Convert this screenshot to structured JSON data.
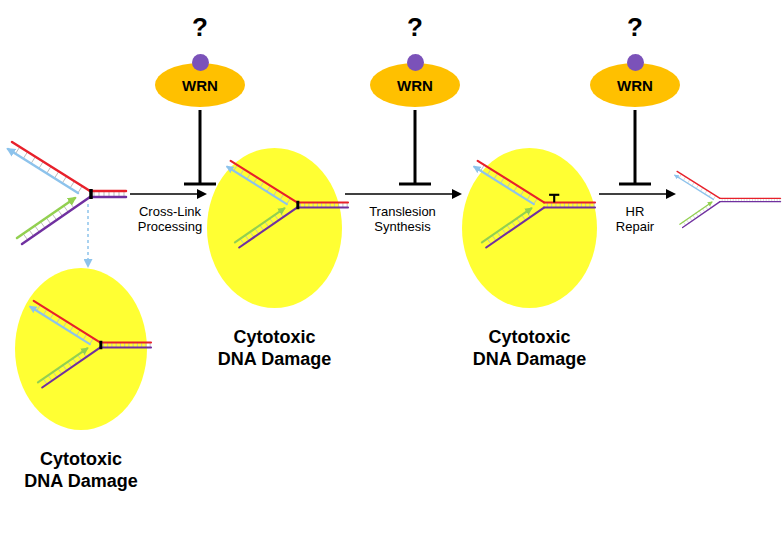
{
  "diagram": {
    "nodes": [
      {
        "text": [
          "WRN"
        ]
      },
      {
        "text": [
          "WRN"
        ]
      },
      {
        "text": [
          "WRN"
        ]
      },
      {
        "text": [
          "Cytotoxic DNA Damage"
        ]
      },
      {
        "text": [
          "Cytotoxic DNA Damage"
        ]
      },
      {
        "text": [
          "Cytotoxic DNA Damage"
        ]
      }
    ],
    "edges": [
      {
        "from": 3,
        "to": 4,
        "arrow": "to",
        "label": "Translesion Synthesis"
      }
    ],
    "labels": [
      "?",
      "?",
      "?",
      "Cross-Link Processing",
      "HR Repair"
    ]
  }
}
